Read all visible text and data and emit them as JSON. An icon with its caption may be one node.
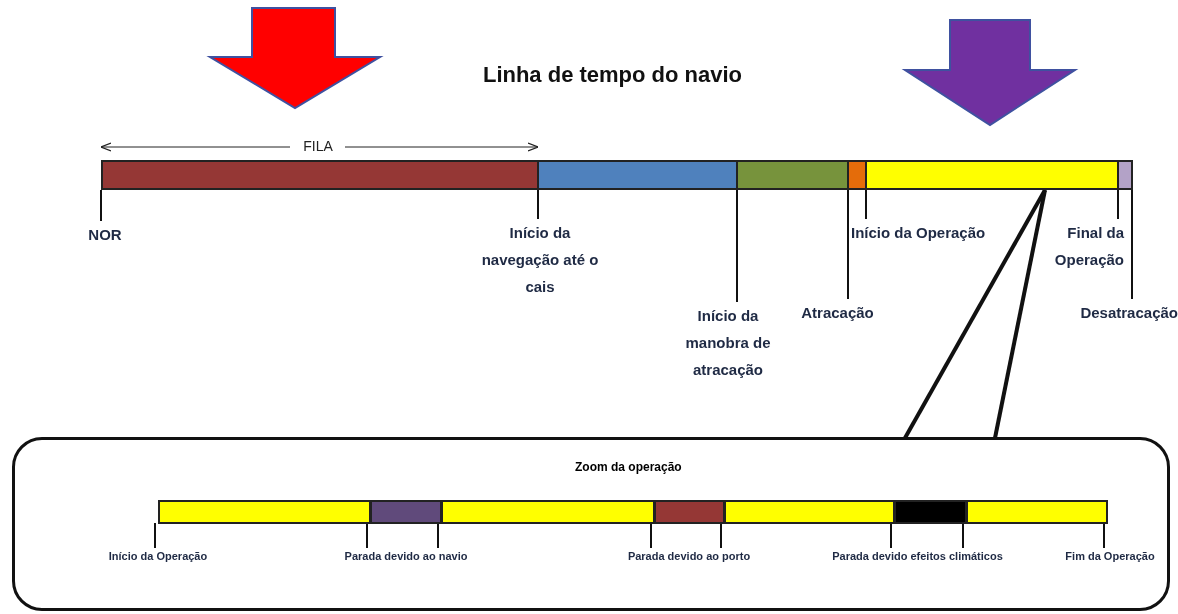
{
  "diagram": {
    "title": "Linha de tempo do navio",
    "nodes": [
      {
        "text": [],
        "shape": "bar",
        "beside": [
          "FILA"
        ]
      },
      {
        "text": [],
        "shape": "bar"
      },
      {
        "text": [],
        "shape": "bar"
      },
      {
        "text": [],
        "shape": "bar"
      },
      {
        "text": [],
        "shape": "bar"
      },
      {
        "text": [],
        "shape": "bar"
      },
      {
        "text": [
          "NOR"
        ]
      },
      {
        "text": [
          "Início da navegação até o cais"
        ]
      },
      {
        "text": [
          "Início da manobra de atracação"
        ]
      },
      {
        "text": [
          "Atracação"
        ]
      },
      {
        "text": [
          "Início da Operação"
        ]
      },
      {
        "text": [
          "Final da Operação"
        ]
      },
      {
        "text": [
          "Desatracação"
        ]
      },
      {
        "text": [
          "Zoom da operação"
        ]
      },
      {
        "text": [],
        "shape": "bar",
        "in": 13
      },
      {
        "text": [],
        "shape": "bar",
        "in": 13
      },
      {
        "text": [],
        "shape": "bar",
        "in": 13
      },
      {
        "text": [],
        "shape": "bar",
        "in": 13
      },
      {
        "text": [],
        "shape": "bar",
        "in": 13
      },
      {
        "text": [],
        "shape": "bar",
        "in": 13
      },
      {
        "text": [],
        "shape": "bar",
        "in": 13
      },
      {
        "text": [
          "Início da Operação"
        ],
        "in": 13
      },
      {
        "text": [
          "Parada devido ao navio"
        ],
        "in": 13
      },
      {
        "text": [
          "Parada devido ao porto"
        ],
        "in": 13
      },
      {
        "text": [
          "Parada devido efeitos climáticos"
        ],
        "in": 13
      },
      {
        "text": [
          "Fim da Operação"
        ],
        "in": 13
      }
    ],
    "edges": [
      {
        "from": 6,
        "to": 0,
        "arrow": "none"
      },
      {
        "from": 7,
        "to": 1,
        "arrow": "none"
      },
      {
        "from": 8,
        "to": 2,
        "arrow": "none"
      },
      {
        "from": 9,
        "to": 3,
        "arrow": "none"
      },
      {
        "from": 10,
        "to": 4,
        "arrow": "none"
      },
      {
        "from": 11,
        "to": 5,
        "arrow": "none"
      },
      {
        "from": 12,
        "to": 5,
        "arrow": "none"
      },
      {
        "from": 4,
        "to": 13,
        "arrow": "none",
        "style": "thick"
      },
      {
        "from": 4,
        "to": 13,
        "arrow": "none",
        "style": "thick"
      },
      {
        "from": 21,
        "to": 14,
        "arrow": "none"
      },
      {
        "from": 22,
        "to": 15,
        "arrow": "none"
      },
      {
        "from": 22,
        "to": 15,
        "arrow": "none"
      },
      {
        "from": 23,
        "to": 17,
        "arrow": "none"
      },
      {
        "from": 23,
        "to": 17,
        "arrow": "none"
      },
      {
        "from": 24,
        "to": 19,
        "arrow": "none"
      },
      {
        "from": 24,
        "to": 19,
        "arrow": "none"
      },
      {
        "from": 25,
        "to": 20,
        "arrow": "none"
      }
    ]
  }
}
